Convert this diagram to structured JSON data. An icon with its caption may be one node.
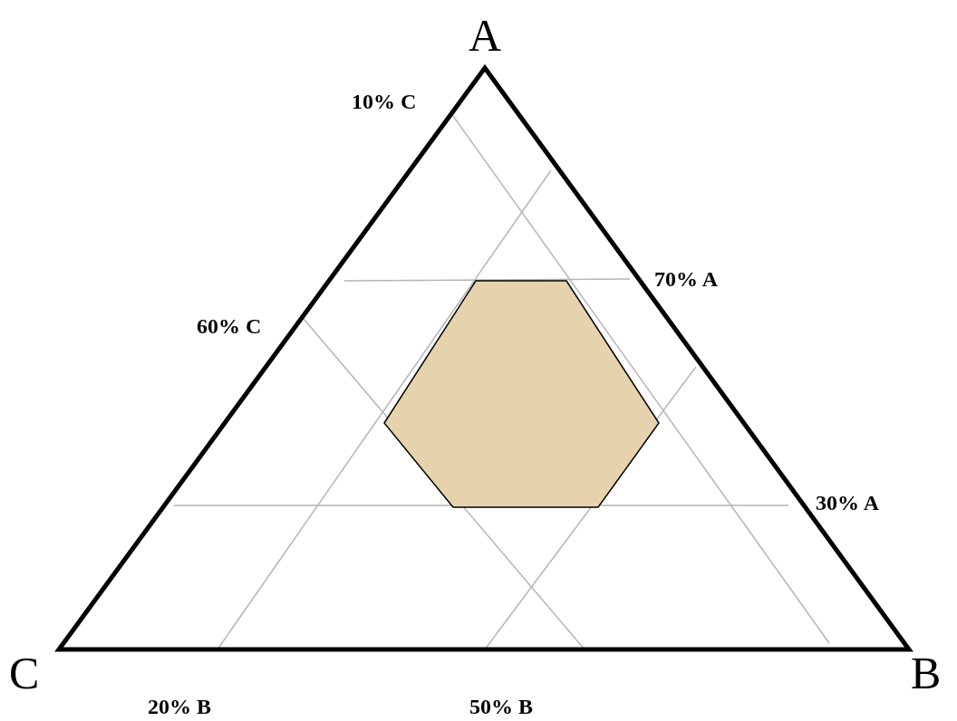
{
  "diagram": {
    "labels": [
      "A",
      "10% C",
      "70% A",
      "60% C",
      "30% A",
      "C",
      "B",
      "20% B",
      "50% B"
    ]
  }
}
